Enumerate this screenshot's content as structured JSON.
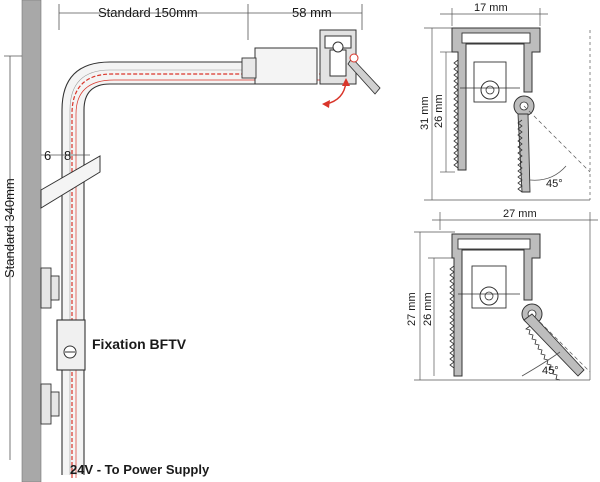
{
  "labels": {
    "standard_width": "Standard 150mm",
    "offset": "58 mm",
    "standard_height": "Standard 340mm",
    "dim_6": "6",
    "dim_8": "8",
    "fixation": "Fixation BFTV",
    "power": "24V - To Power Supply",
    "top_width": "17 mm",
    "top_height_outer": "31 mm",
    "top_height_inner": "26 mm",
    "top_angle": "45°",
    "bottom_width": "27 mm",
    "bottom_height_outer": "27 mm",
    "bottom_height_inner": "26 mm",
    "bottom_angle": "45°"
  },
  "colors": {
    "wall": "#a8a8a8",
    "profile": "#bdbdbd",
    "line": "#2b2b2b",
    "dim": "#555555",
    "cable": "#d9352a"
  }
}
